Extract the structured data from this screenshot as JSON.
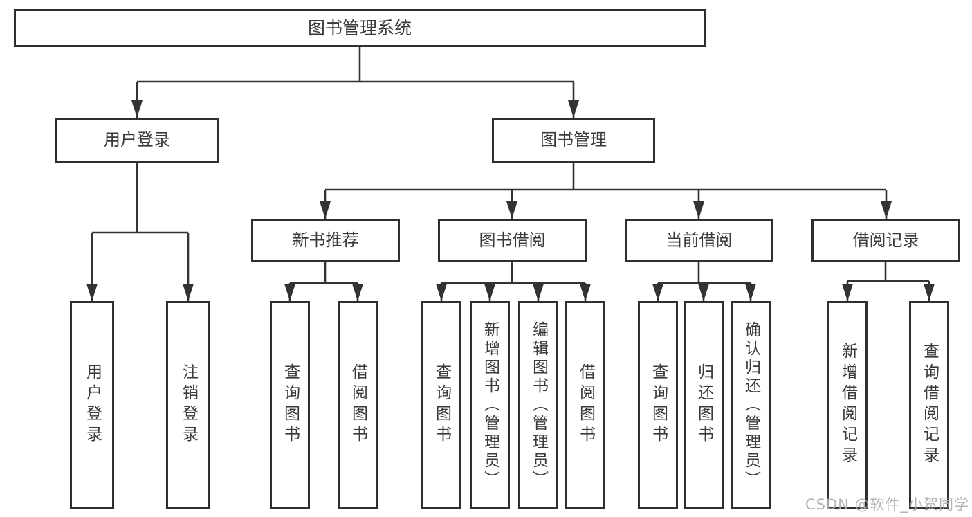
{
  "diagram": {
    "root": "图书管理系统",
    "level2": {
      "user_login": "用户登录",
      "book_management": "图书管理"
    },
    "user_login_children": [
      "用户登录",
      "注销登录"
    ],
    "level3": [
      "新书推荐",
      "图书借阅",
      "当前借阅",
      "借阅记录"
    ],
    "new_book_children": [
      "查询图书",
      "借阅图书"
    ],
    "borrow_children": [
      "查询图书",
      "新增图书（管理员）",
      "编辑图书（管理员）",
      "借阅图书"
    ],
    "current_children": [
      "查询图书",
      "归还图书",
      "确认归还（管理员）"
    ],
    "record_children": [
      "新增借阅记录",
      "查询借阅记录"
    ]
  },
  "watermark": "CSDN @软件_小贺同学",
  "colors": {
    "line": "#333333",
    "border": "#2f2f2f",
    "text": "#3a3a3a",
    "watermark": "#acacac",
    "background": "#ffffff"
  }
}
